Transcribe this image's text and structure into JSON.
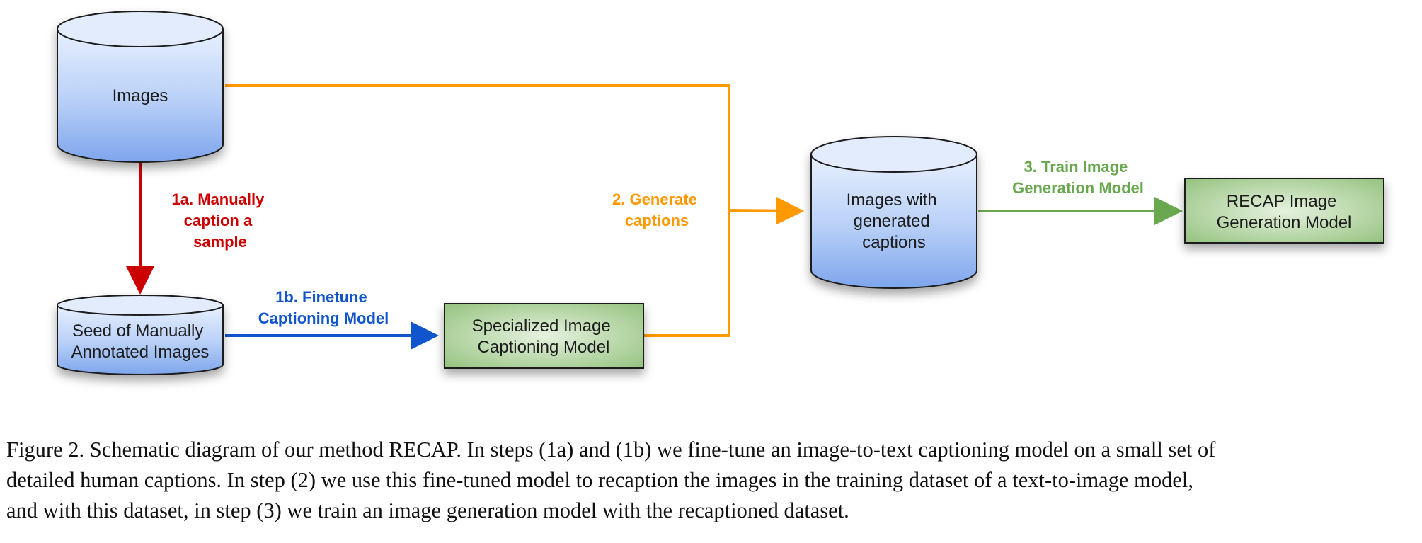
{
  "colors": {
    "red": "#cc0000",
    "blue": "#1155cc",
    "orange": "#ff9900",
    "green": "#6aa84f",
    "cylinder_fill": "#a4c2f4",
    "box_fill": "#b6d7a8"
  },
  "nodes": {
    "images": {
      "lines": [
        "Images"
      ]
    },
    "seed": {
      "lines": [
        "Seed of Manually",
        "Annotated Images"
      ]
    },
    "captioner": {
      "lines": [
        "Specialized Image",
        "Captioning Model"
      ]
    },
    "generated": {
      "lines": [
        "Images with",
        "generated",
        "captions"
      ]
    },
    "recap": {
      "lines": [
        "RECAP Image",
        "Generation Model"
      ]
    }
  },
  "edges": {
    "manual_caption": {
      "lines": [
        "1a. Manually",
        "caption a",
        "sample"
      ]
    },
    "finetune": {
      "lines": [
        "1b. Finetune",
        "Captioning Model"
      ]
    },
    "generate": {
      "lines": [
        "2. Generate",
        "captions"
      ]
    },
    "train": {
      "lines": [
        "3. Train Image",
        "Generation Model"
      ]
    }
  },
  "caption": {
    "lines": [
      "Figure 2. Schematic diagram of our method RECAP. In steps (1a) and (1b) we fine-tune an image-to-text captioning model on a small set of",
      "detailed human captions. In step (2) we use this fine-tuned model to recaption the images in the training dataset of a text-to-image model,",
      "and with this dataset, in step (3) we train an image generation model with the recaptioned dataset."
    ]
  }
}
